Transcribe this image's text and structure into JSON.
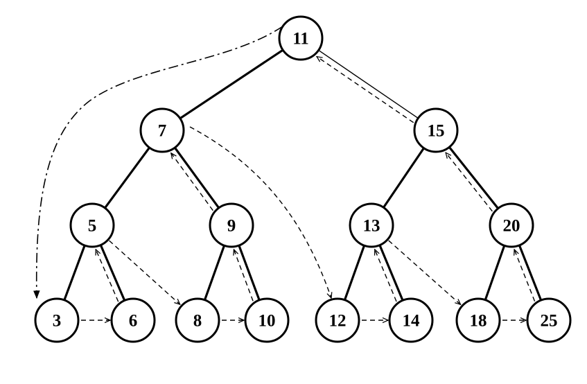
{
  "colors": {
    "stroke": "#000000",
    "node_fill": "#ffffff",
    "background": "#ffffff"
  },
  "tree": {
    "nodes": [
      {
        "id": "n11",
        "label": "11"
      },
      {
        "id": "n7",
        "label": "7"
      },
      {
        "id": "n15",
        "label": "15"
      },
      {
        "id": "n5",
        "label": "5"
      },
      {
        "id": "n9",
        "label": "9"
      },
      {
        "id": "n13",
        "label": "13"
      },
      {
        "id": "n20",
        "label": "20"
      },
      {
        "id": "n3",
        "label": "3"
      },
      {
        "id": "n6",
        "label": "6"
      },
      {
        "id": "n8",
        "label": "8"
      },
      {
        "id": "n10",
        "label": "10"
      },
      {
        "id": "n12",
        "label": "12"
      },
      {
        "id": "n14",
        "label": "14"
      },
      {
        "id": "n18",
        "label": "18"
      },
      {
        "id": "n25",
        "label": "25"
      }
    ],
    "tree_edges": [
      [
        "n11",
        "n7"
      ],
      [
        "n11",
        "n15"
      ],
      [
        "n7",
        "n5"
      ],
      [
        "n7",
        "n9"
      ],
      [
        "n15",
        "n13"
      ],
      [
        "n15",
        "n20"
      ],
      [
        "n5",
        "n3"
      ],
      [
        "n5",
        "n6"
      ],
      [
        "n9",
        "n8"
      ],
      [
        "n9",
        "n10"
      ],
      [
        "n13",
        "n12"
      ],
      [
        "n13",
        "n14"
      ],
      [
        "n20",
        "n18"
      ],
      [
        "n20",
        "n25"
      ]
    ],
    "traversal_arrows": [
      {
        "from": "n11",
        "to": "n3",
        "style": "dash-dot"
      },
      {
        "from": "n3",
        "to": "n6",
        "style": "dashed"
      },
      {
        "from": "n6",
        "to": "n5",
        "style": "dashed"
      },
      {
        "from": "n5",
        "to": "n8",
        "style": "dashed"
      },
      {
        "from": "n8",
        "to": "n10",
        "style": "dashed"
      },
      {
        "from": "n10",
        "to": "n9",
        "style": "dashed"
      },
      {
        "from": "n9",
        "to": "n7",
        "style": "dashed"
      },
      {
        "from": "n7",
        "to": "n12",
        "style": "dashed"
      },
      {
        "from": "n12",
        "to": "n14",
        "style": "dashed"
      },
      {
        "from": "n14",
        "to": "n13",
        "style": "dashed"
      },
      {
        "from": "n13",
        "to": "n18",
        "style": "dashed"
      },
      {
        "from": "n18",
        "to": "n25",
        "style": "dashed"
      },
      {
        "from": "n25",
        "to": "n20",
        "style": "dashed"
      },
      {
        "from": "n20",
        "to": "n15",
        "style": "dashed"
      },
      {
        "from": "n15",
        "to": "n11",
        "style": "dashed"
      }
    ]
  }
}
